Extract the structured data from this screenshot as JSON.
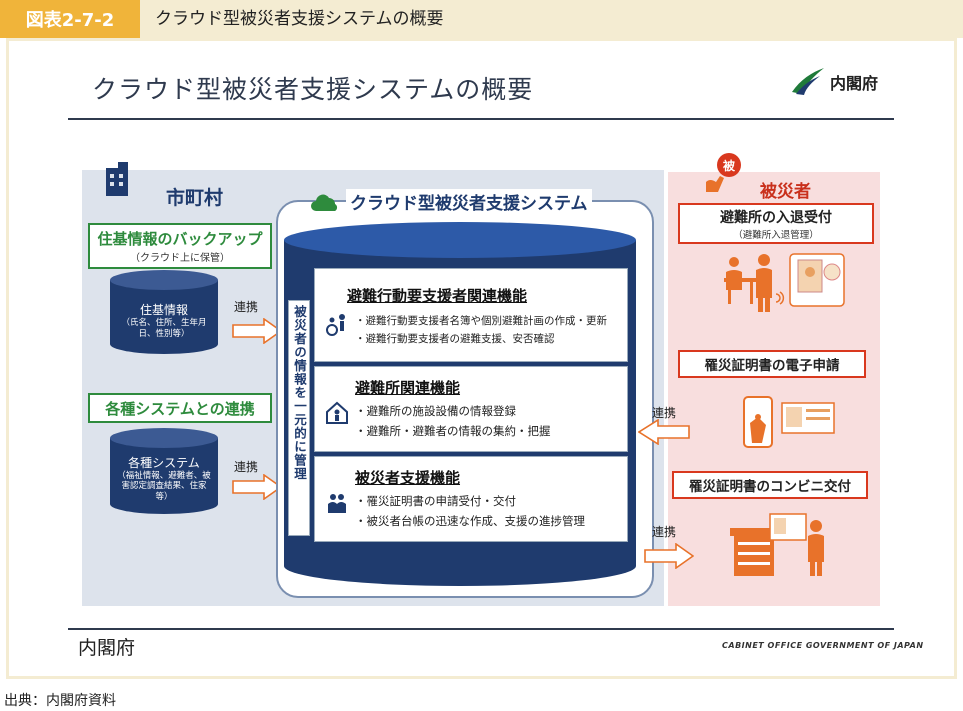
{
  "header": {
    "figure_number": "図表2-7-2",
    "figure_title": "クラウド型被災者支援システムの概要"
  },
  "slide": {
    "title": "クラウド型被災者支援システムの概要",
    "logo_text": "内閣府",
    "footer_org": "内閣府",
    "footer_en": "CABINET OFFICE GOVERNMENT OF JAPAN"
  },
  "municipality": {
    "label": "市町村",
    "backup_title": "住基情報のバックアップ",
    "backup_sub": "（クラウド上に保管）",
    "resident_db_title": "住基情報",
    "resident_db_sub": "（氏名、住所、生年月日、性別等）",
    "systems_title": "各種システムとの連携",
    "systems_db_title": "各種システム",
    "systems_db_sub": "（福祉情報、避難者、被害認定調査結果、住家等）",
    "link_label_1": "連携",
    "link_label_2": "連携"
  },
  "cloud_system": {
    "title": "クラウド型被災者支援システム",
    "vertical_label": "被災者の情報を一元的に管理",
    "functions": [
      {
        "title": "避難行動要支援者関連機能",
        "items": [
          "・避難行動要支援者名簿や個別避難計画の作成・更新",
          "・避難行動要支援者の避難支援、安否確認"
        ]
      },
      {
        "title": "避難所関連機能",
        "items": [
          "・避難所の施設設備の情報登録",
          "・避難所・避難者の情報の集約・把握"
        ]
      },
      {
        "title": "被災者支援機能",
        "items": [
          "・罹災証明書の申請受付・交付",
          "・被災者台帳の迅速な作成、支援の進捗管理"
        ]
      }
    ]
  },
  "victims": {
    "badge": "被",
    "label": "被災者",
    "shelter_title": "避難所の入退受付",
    "shelter_sub": "（避難所入退管理）",
    "e_application": "罹災証明書の電子申請",
    "convenience": "罹災証明書のコンビニ交付",
    "link_label_3": "連携",
    "link_label_4": "連携"
  },
  "source": "出典：内閣府資料",
  "colors": {
    "navy": "#1f3b6e",
    "green": "#2e8b3d",
    "red": "#d9381e",
    "orange": "#e8722a",
    "tag_yellow": "#f0b43a"
  }
}
